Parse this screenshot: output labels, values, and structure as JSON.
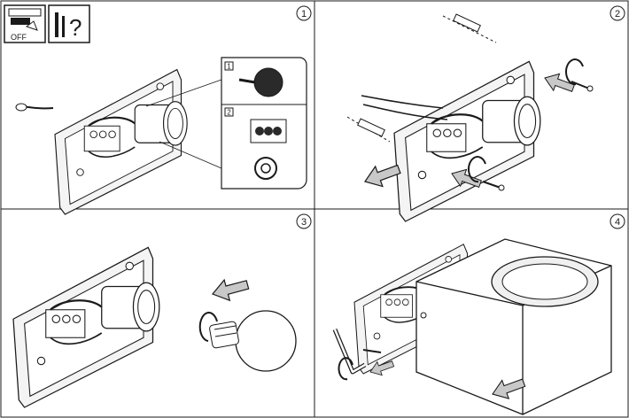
{
  "panels": [
    {
      "step": "1",
      "sub_steps": [
        "1",
        "2"
      ]
    },
    {
      "step": "2"
    },
    {
      "step": "3"
    },
    {
      "step": "4"
    }
  ],
  "icons": {
    "switch_label": "OFF",
    "help_symbol": "?"
  },
  "colors": {
    "line": "#1a1a1a",
    "arrow_fill": "#c8c8c8",
    "shade": "#e6e6e6"
  }
}
